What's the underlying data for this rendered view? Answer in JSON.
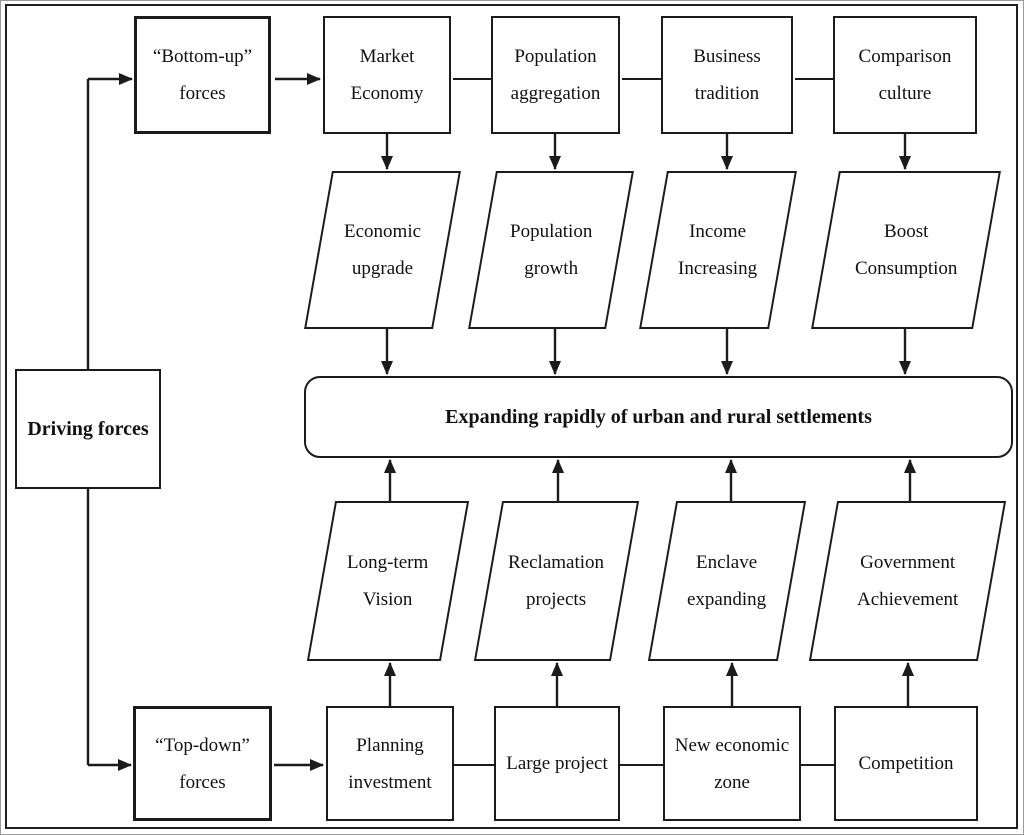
{
  "diagram_title": "Driving forces flowchart",
  "colors": {
    "line": "#1b1b1b",
    "background": "#ffffff",
    "text": "#111111"
  },
  "driving_forces_box": {
    "label": "Driving forces"
  },
  "bottom_up_box": {
    "line1": "“Bottom-up”",
    "line2": "forces"
  },
  "top_down_box": {
    "line1": "“Top-down”",
    "line2": "forces"
  },
  "top_boxes": [
    {
      "line1": "Market",
      "line2": "Economy"
    },
    {
      "line1": "Population",
      "line2": "aggregation"
    },
    {
      "line1": "Business",
      "line2": "tradition"
    },
    {
      "line1": "Comparison",
      "line2": "culture"
    }
  ],
  "top_parallelograms": [
    {
      "line1": "Economic",
      "line2": "upgrade"
    },
    {
      "line1": "Population",
      "line2": "growth"
    },
    {
      "line1": "Income",
      "line2": "Increasing"
    },
    {
      "line1": "Boost",
      "line2": "Consumption"
    }
  ],
  "center_box": {
    "label": "Expanding rapidly of urban and rural settlements"
  },
  "bottom_parallelograms": [
    {
      "line1": "Long-term",
      "line2": "Vision"
    },
    {
      "line1": "Reclamation",
      "line2": "projects"
    },
    {
      "line1": "Enclave",
      "line2": "expanding"
    },
    {
      "line1": "Government",
      "line2": "Achievement"
    }
  ],
  "bottom_boxes": [
    {
      "line1": "Planning",
      "line2": "investment"
    },
    {
      "line1": "Large project"
    },
    {
      "line1": "New economic",
      "line2": "zone"
    },
    {
      "line1": "Competition"
    }
  ]
}
